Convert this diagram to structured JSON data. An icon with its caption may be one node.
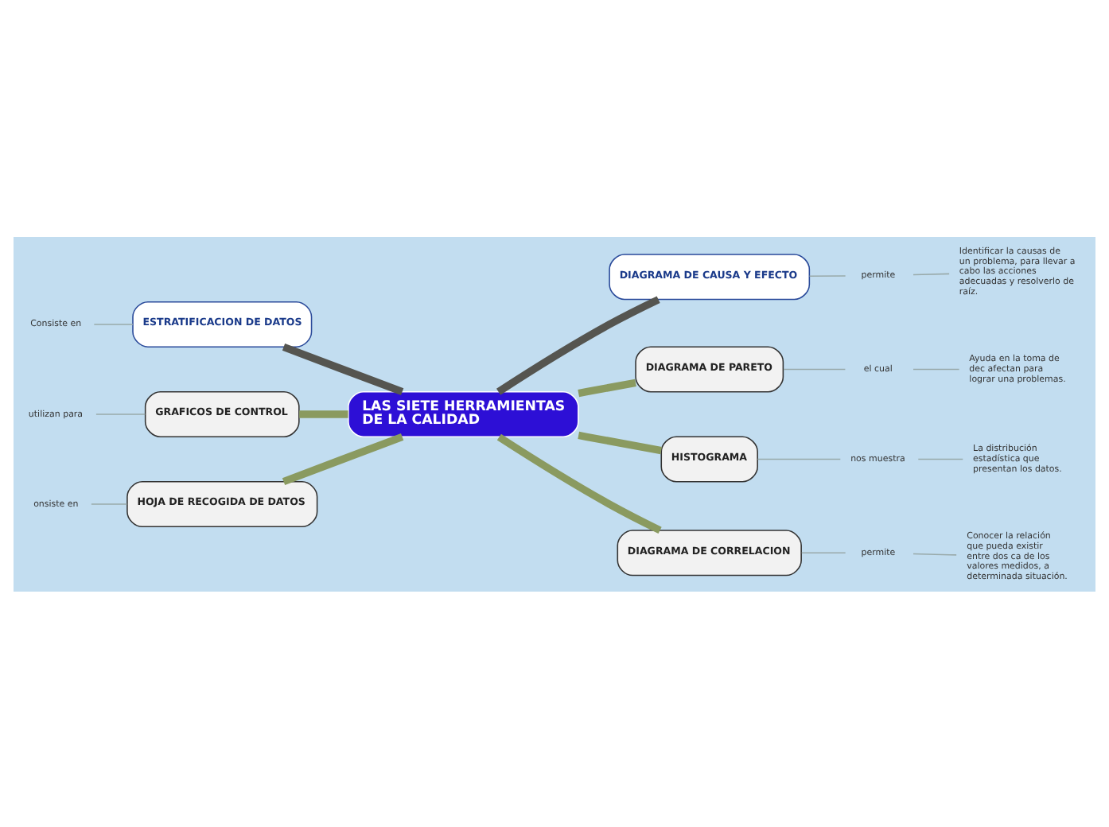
{
  "diagram": {
    "nodes": [
      {
        "text": [
          "Identificar la causas de un problema, para llevar a cabo las acciones adecuadas y resolverlo de raíz."
        ]
      },
      {
        "text": [
          "permite"
        ]
      },
      {
        "text": [
          "DIAGRAMA DE CAUSA Y EFECTO"
        ]
      },
      {
        "text": [
          "Consiste en"
        ]
      },
      {
        "text": [
          "ESTRATIFICACION DE DATOS"
        ]
      },
      {
        "text": [
          "el cual"
        ]
      },
      {
        "text": [
          "Ayuda en la toma de dec afectan para lograr una problemas."
        ]
      },
      {
        "text": [
          "DIAGRAMA DE PARETO"
        ]
      },
      {
        "text": [
          "LAS SIETE HERRAMIENTAS DE LA CALIDAD"
        ]
      },
      {
        "text": [
          "utilizan para"
        ]
      },
      {
        "text": [
          "GRAFICOS DE CONTROL"
        ]
      },
      {
        "text": [
          "HISTOGRAMA"
        ]
      },
      {
        "text": [
          "nos muestra"
        ]
      },
      {
        "text": [
          "La distribución estadística que presentan los datos."
        ]
      },
      {
        "text": [
          "onsiste en"
        ]
      },
      {
        "text": [
          "HOJA DE RECOGIDA DE DATOS"
        ]
      },
      {
        "text": [
          "Conocer la relación que pueda existir entre dos ca de los valores medidos, a determinada situación."
        ]
      },
      {
        "text": [
          "permite"
        ]
      },
      {
        "text": [
          "DIAGRAMA DE CORRELACION"
        ]
      }
    ],
    "edges": [
      {
        "from": 3,
        "to": 4,
        "arrow": "none"
      },
      {
        "from": 4,
        "to": 8,
        "arrow": "none",
        "style": "thick",
        "color": "#555550"
      },
      {
        "from": 9,
        "to": 10,
        "arrow": "none"
      },
      {
        "from": 10,
        "to": 8,
        "arrow": "none",
        "style": "thick",
        "color": "#8a9a60"
      },
      {
        "from": 14,
        "to": 15,
        "arrow": "none"
      },
      {
        "from": 15,
        "to": 8,
        "arrow": "none",
        "style": "thick",
        "color": "#8a9a60"
      },
      {
        "from": 8,
        "to": 2,
        "arrow": "none",
        "style": "thick",
        "color": "#555550"
      },
      {
        "from": 2,
        "to": 1,
        "arrow": "none"
      },
      {
        "from": 1,
        "to": 0,
        "arrow": "none"
      },
      {
        "from": 8,
        "to": 7,
        "arrow": "none",
        "style": "thick",
        "color": "#8a9a60"
      },
      {
        "from": 7,
        "to": 5,
        "arrow": "none"
      },
      {
        "from": 5,
        "to": 6,
        "arrow": "none"
      },
      {
        "from": 8,
        "to": 11,
        "arrow": "none",
        "style": "thick",
        "color": "#8a9a60"
      },
      {
        "from": 11,
        "to": 12,
        "arrow": "none"
      },
      {
        "from": 12,
        "to": 13,
        "arrow": "none"
      },
      {
        "from": 8,
        "to": 18,
        "arrow": "none",
        "style": "thick",
        "color": "#8a9a60"
      },
      {
        "from": 18,
        "to": 17,
        "arrow": "none"
      },
      {
        "from": 17,
        "to": 16,
        "arrow": "none"
      }
    ]
  }
}
